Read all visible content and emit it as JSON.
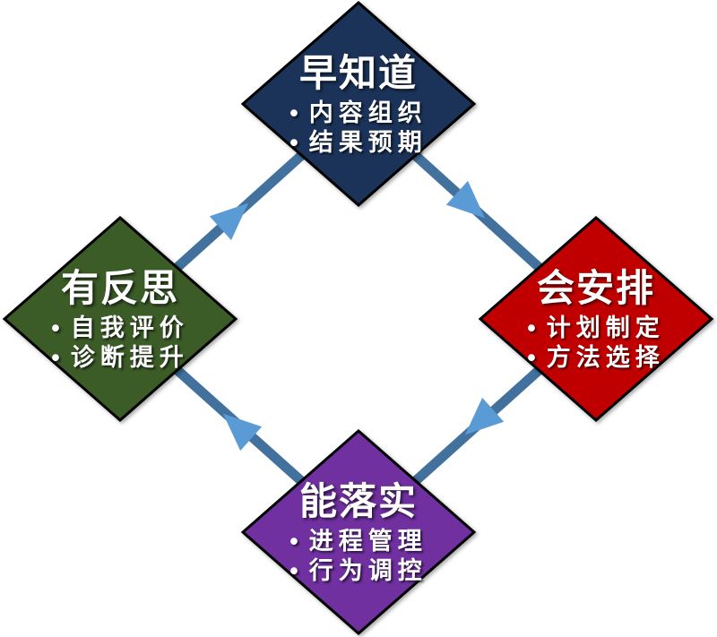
{
  "diagram": {
    "background_color": "#FFFFFF",
    "outline_color": "#000000",
    "text_color": "#FFFFFF",
    "bullet_char": "•",
    "connector": {
      "line_color": "#41719C",
      "arrowhead_color": "#5B9BD5",
      "flow_direction": "clockwise"
    },
    "nodes": [
      {
        "title": "早知道",
        "color": "#1B3359",
        "bullets": [
          "内容组织",
          "结果预期"
        ]
      },
      {
        "title": "会安排",
        "color": "#C00000",
        "bullets": [
          "计划制定",
          "方法选择"
        ]
      },
      {
        "title": "能落实",
        "color": "#7030A0",
        "bullets": [
          "进程管理",
          "行为调控"
        ]
      },
      {
        "title": "有反思",
        "color": "#3B5B27",
        "bullets": [
          "自我评价",
          "诊断提升"
        ]
      }
    ]
  }
}
